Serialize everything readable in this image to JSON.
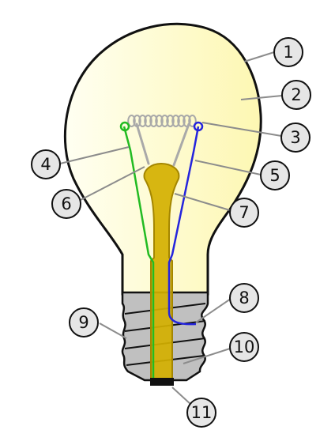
{
  "colors": {
    "glass_fill_light": "#fffff2",
    "glass_fill": "#fdf7b2",
    "glass_outline": "#111111",
    "filament": "#a9a9a9",
    "support_wire": "#a9a9a9",
    "lead_in_left": "#22bb22",
    "lead_in_right": "#2424dd",
    "stem": "#d4b000",
    "stem_outline": "#a48600",
    "screw_base": "#c0c0c0",
    "contact": "#111111",
    "callout_fill": "#e6e6e6",
    "callout_line": "#8c8c8c"
  },
  "callouts": [
    {
      "label": "1"
    },
    {
      "label": "2"
    },
    {
      "label": "3"
    },
    {
      "label": "4"
    },
    {
      "label": "5"
    },
    {
      "label": "6"
    },
    {
      "label": "7"
    },
    {
      "label": "8"
    },
    {
      "label": "9"
    },
    {
      "label": "10"
    },
    {
      "label": "11"
    }
  ]
}
